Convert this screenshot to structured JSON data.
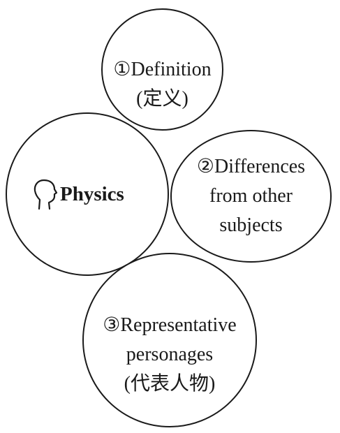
{
  "center": {
    "label": "Physics",
    "icon": "head-profile-icon"
  },
  "nodes": [
    {
      "lines": [
        "①Definition",
        "(定义)"
      ]
    },
    {
      "lines": [
        "②Differences",
        "from other",
        "subjects"
      ]
    },
    {
      "lines": [
        "③Representative",
        "personages",
        "(代表人物)"
      ]
    }
  ]
}
